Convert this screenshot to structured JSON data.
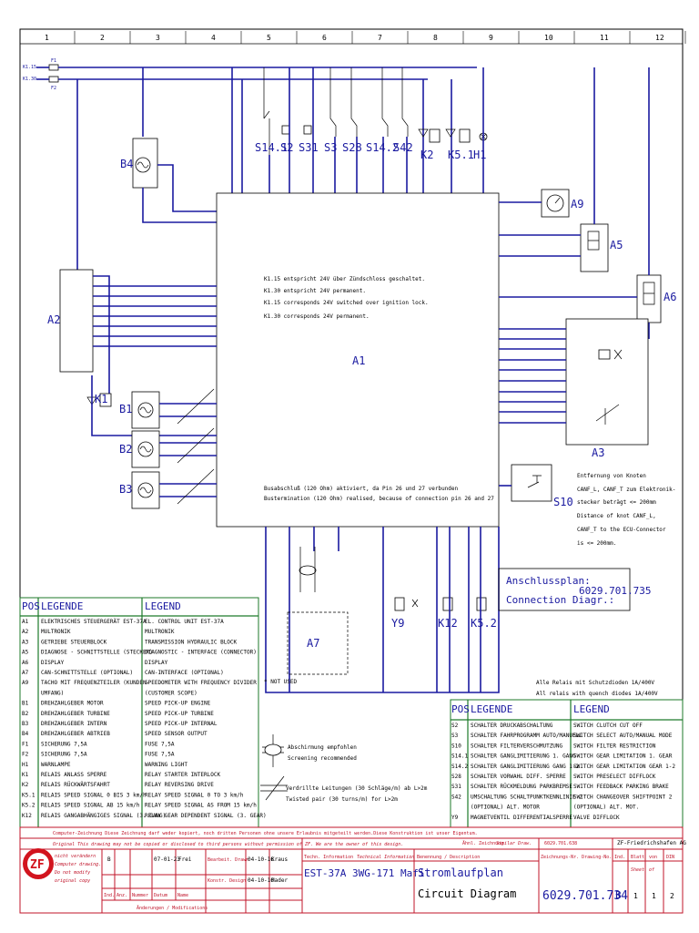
{
  "colors": {
    "wire": "#1a1aa0",
    "title_red": "#c0142a",
    "legend_green": "#1d7a2a",
    "logo_red": "#d2141e"
  },
  "columns": [
    "1",
    "2",
    "3",
    "4",
    "5",
    "6",
    "7",
    "8",
    "9",
    "10",
    "11",
    "12"
  ],
  "rails": {
    "top": "K1.15",
    "bottom": "K1.30",
    "fuse1": "F1",
    "fuse2": "F2"
  },
  "components": {
    "A1": "A1",
    "A2": "A2",
    "A3": "A3",
    "A5": "A5",
    "A6": "A6",
    "A7": "A7",
    "A9": "A9",
    "B1": "B1",
    "B2": "B2",
    "B3": "B3",
    "B4": "B4",
    "K1": "K1",
    "K2": "K2",
    "K5_1": "K5.1",
    "K5_2": "K5.2",
    "K12": "K12",
    "H1": "H1",
    "Y9": "Y9",
    "S10": "S10",
    "switches": [
      "S14.1",
      "S2",
      "S31",
      "S3",
      "S28",
      "S14.2",
      "S42"
    ]
  },
  "notes": {
    "line1": "K1.15 entspricht 24V über Zündschloss geschaltet.",
    "line2": "K1.30 entspricht 24V permanent.",
    "line3": "K1.15 corresponds 24V switched over ignition lock.",
    "line4": "K1.30 corresponds 24V permanent.",
    "bus_de": "Busabschluß (120 Ohm) aktiviert, da Pin 26 und 27 verbunden",
    "bus_en": "Bustermination (120 Ohm) realised, because of connection pin 26 and 27",
    "dist1": "Entfernung von Knoten",
    "dist2": "CANF_L, CANF_T zum Elektronik-",
    "dist3": "stecker beträgt <= 200mm",
    "dist4": "Distance of knot CANF_L,",
    "dist5": "CANF_T to the ECU-Connector",
    "dist6": "is <= 200mm.",
    "not_used": "* NOT USED",
    "relays_de": "Alle Relais mit Schutzdioden 1A/400V",
    "relays_en": "All relais with quench diodes 1A/400V",
    "screen_de": "Abschirmung empfohlen",
    "screen_en": "Screening recommended",
    "twist_de": "Verdrillte Leitungen (30 Schläge/m) ab L>2m",
    "twist_en": "Twisted pair (30 turns/m) for L>2m"
  },
  "anschluss": {
    "de": "Anschlussplan:",
    "en": "Connection Diagr.:",
    "number": "6029.701.735"
  },
  "legend_left": {
    "headers": [
      "POS",
      "LEGENDE",
      "LEGEND"
    ],
    "rows": [
      [
        "A1",
        "ELEKTRISCHES STEUERGERÄT EST-37A",
        "EL. CONTROL UNIT EST-37A"
      ],
      [
        "A2",
        "MULTRONIK",
        "MULTRONIK"
      ],
      [
        "A3",
        "GETRIEBE STEUERBLOCK",
        "TRANSMISSION HYDRAULIC BLOCK"
      ],
      [
        "A5",
        "DIAGNOSE - SCHNITTSTELLE (STECKER)",
        "DIAGNOSTIC - INTERFACE (CONNECTOR)"
      ],
      [
        "A6",
        "DISPLAY",
        "DISPLAY"
      ],
      [
        "A7",
        "CAN-SCHNITTSTELLE (OPTIONAL)",
        "CAN-INTERFACE (OPTIONAL)"
      ],
      [
        "A9",
        "TACHO MIT FREQUENZTEILER (KUNDEN-",
        "SPEEDOMETER WITH FREQUENCY DIVIDER"
      ],
      [
        "",
        "UMFANG)",
        "(CUSTOMER SCOPE)"
      ],
      [
        "B1",
        "DREHZAHLGEBER MOTOR",
        "SPEED PICK-UP ENGINE"
      ],
      [
        "B2",
        "DREHZAHLGEBER TURBINE",
        "SPEED PICK-UP TURBINE"
      ],
      [
        "B3",
        "DREHZAHLGEBER INTERN",
        "SPEED PICK-UP INTERNAL"
      ],
      [
        "B4",
        "DREHZAHLGEBER ABTRIEB",
        "SPEED SENSOR OUTPUT"
      ],
      [
        "F1",
        "SICHERUNG 7,5A",
        "FUSE 7,5A"
      ],
      [
        "F2",
        "SICHERUNG 7,5A",
        "FUSE 7,5A"
      ],
      [
        "H1",
        "WARNLAMPE",
        "WARNING LIGHT"
      ],
      [
        "K1",
        "RELAIS ANLASS SPERRE",
        "RELAY STARTER INTERLOCK"
      ],
      [
        "K2",
        "RELAIS RÜCKWÄRTSFAHRT",
        "RELAY REVERSING DRIVE"
      ],
      [
        "K5.1",
        "RELAIS SPEED SIGNAL 0 BIS 3 km/h",
        "RELAY SPEED SIGNAL  0 TO 3 km/h"
      ],
      [
        "K5.2",
        "RELAIS SPEED SIGNAL AB 15 km/h",
        "RELAY SPEED SIGNAL  AS FROM 15 km/h"
      ],
      [
        "K12",
        "RELAIS GANGABHÄNGIGES SIGNAL (3. GANG)",
        "RELAY GEAR DEPENDENT SIGNAL (3. GEAR)"
      ]
    ]
  },
  "legend_right": {
    "headers": [
      "POS",
      "LEGENDE",
      "LEGEND"
    ],
    "rows": [
      [
        "S2",
        "SCHALTER DRUCKABSCHALTUNG",
        "SWITCH CLUTCH CUT OFF"
      ],
      [
        "S3",
        "SCHALTER FAHRPROGRAMM AUTO/MANUELL",
        "SWITCH SELECT AUTO/MANUAL MODE"
      ],
      [
        "S10",
        "SCHALTER FILTERVERSCHMUTZUNG",
        "SWITCH FILTER RESTRICTION"
      ],
      [
        "S14.1",
        "SCHALTER GANGLIMITIERUNG 1. GANG",
        "SWITCH GEAR LIMITATION 1. GEAR"
      ],
      [
        "S14.2",
        "SCHALTER GANGLIMITIERUNG GANG 1-2",
        "SWITCH GEAR LIMITATION GEAR 1-2"
      ],
      [
        "S28",
        "SCHALTER VORWAHL DIFF. SPERRE",
        "SWITCH PRESELECT DIFFLOCK"
      ],
      [
        "S31",
        "SCHALTER RÜCKMELDUNG PARKBREMSE",
        "SWITCH FEEDBACK PARKING BRAKE"
      ],
      [
        "S42",
        "UMSCHALTUNG SCHALTPUNKTKENNLINIE 2",
        "SWITCH CHANGEOVER SHIFTPOINT 2"
      ],
      [
        "",
        "(OPTIONAL) ALT. MOTOR",
        "(OPTIONAL) ALT. MOT."
      ],
      [
        "Y9",
        "MAGNETVENTIL DIFFERENTIALSPERRE",
        "VALVE DIFFLOCK"
      ]
    ]
  },
  "title_block": {
    "red1": "Computer-Zeichnung  Diese Zeichnung darf weder kopiert, noch dritten Personen ohne unsere Erlaubnis mitgeteilt werden.Diese Konstruktion ist unser Eigentum.",
    "red2": "Original         This drawing may not be copied or disclosed to third persons without permission of ZF.   We are the owner of this design.",
    "red3": "nicht verändern",
    "red4": "Computer drawing.",
    "red5": "Do not modify",
    "red6": "original copy",
    "aehnl": "Ähnl. Zeichnung",
    "similar": "Similar Draw.",
    "sim_no": "6029.701.638",
    "company": "ZF-Friedrichshafen AG",
    "techn": "Techn. Information",
    "tech_en": "Technical Information",
    "benennung": "Benennung / Description",
    "zeichnr": "Zeichnungs-Nr. Drawing-No.",
    "ind": "Ind.",
    "blatt": "Blatt",
    "von": "von",
    "din": "DIN",
    "sheet": "Sheet",
    "of": "of",
    "product": "EST-37A 3WG-171 Mafi",
    "title_de": "Stromlaufplan",
    "title_en": "Circuit Diagram",
    "drawing_no": "6029.701.734",
    "index": "B",
    "sheet_no": "1",
    "of_no": "1",
    "din_size": "2",
    "rev_no": "B",
    "rev_date": "07-01-23",
    "rev_name": "Frei",
    "bearb": "Bearbeit. Drawn",
    "bearb_date": "04-10-16",
    "bearb_name": "Kraus",
    "konstr": "Konstr. Design",
    "konstr_date": "04-10-16",
    "konstr_name": "Mader",
    "rev_headers": [
      "Ind.",
      "Anz.",
      "Nummer",
      "Datum",
      "Name"
    ],
    "changes": "Änderungen / Modifications"
  }
}
